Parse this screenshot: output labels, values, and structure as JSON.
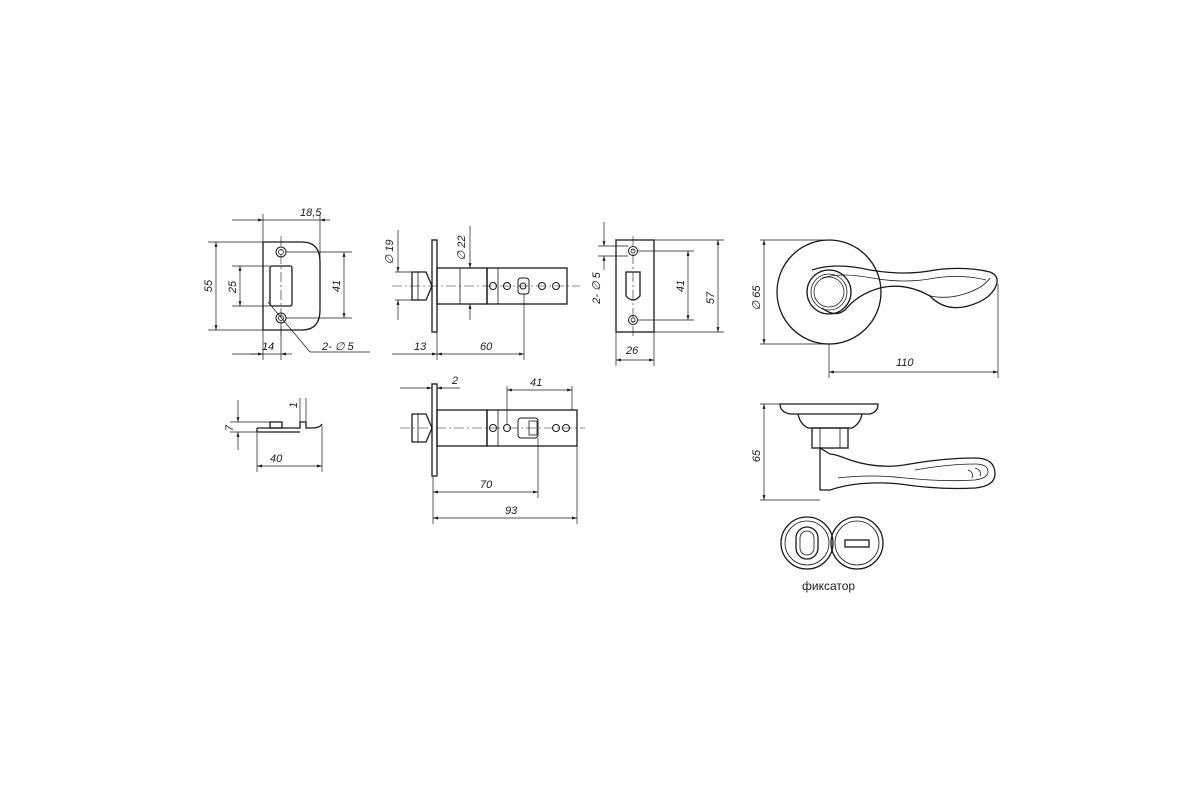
{
  "strike_plate_front": {
    "dim_width_top": "18,5",
    "dim_height_total": "55",
    "dim_opening": "25",
    "dim_holes_spacing": "41",
    "dim_bottom": "14",
    "dim_holes": "2- ∅ 5"
  },
  "strike_plate_side": {
    "dim_height": "7",
    "dim_thickness": "1",
    "dim_length": "40"
  },
  "latch_top": {
    "dim_bolt_diameter": "∅ 19",
    "dim_body_diameter": "∅ 22",
    "dim_faceplate": "13",
    "dim_backset": "60"
  },
  "latch_bottom": {
    "dim_plate": "2",
    "dim_slot": "41",
    "dim_length_70": "70",
    "dim_length_93": "93"
  },
  "faceplate": {
    "dim_holes": "2- ∅ 5",
    "dim_spacing": "41",
    "dim_height": "57",
    "dim_width": "26"
  },
  "handle_front": {
    "dim_rose_diameter": "∅ 65",
    "dim_length": "110"
  },
  "handle_side": {
    "dim_height": "65"
  },
  "privacy": {
    "label": "фиксатор"
  }
}
